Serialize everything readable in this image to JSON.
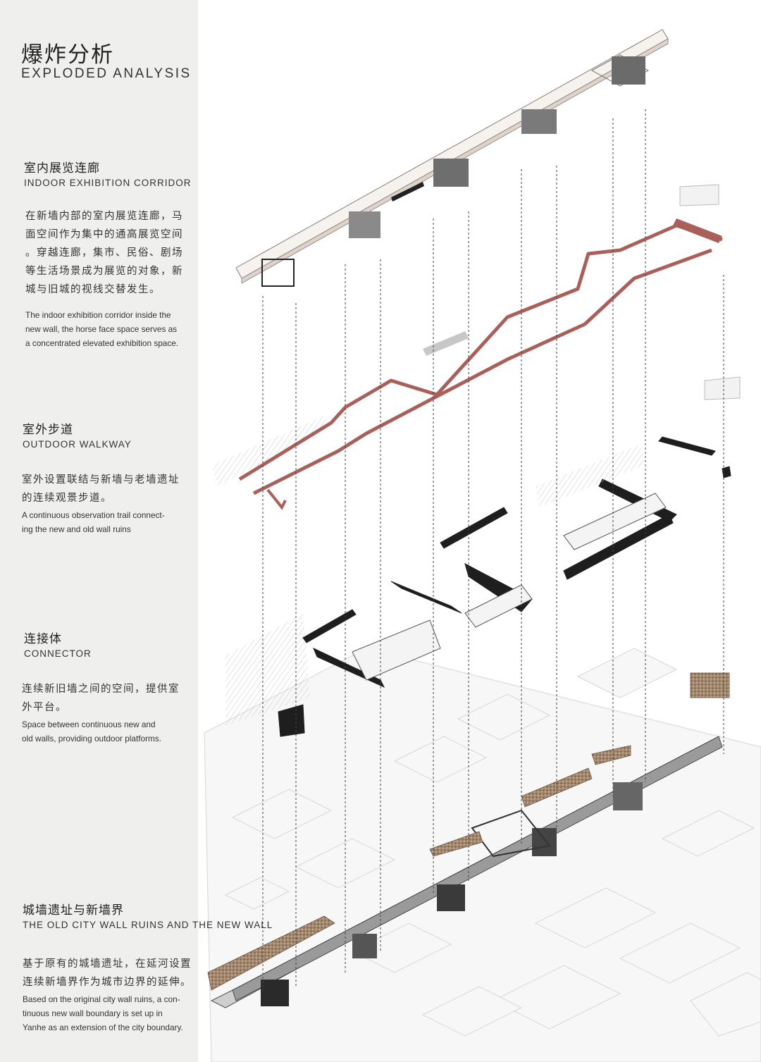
{
  "title": {
    "zh": "爆炸分析",
    "en": "EXPLODED  ANALYSIS"
  },
  "sections": [
    {
      "zh_title": "室内展览连廊",
      "en_title": "INDOOR EXHIBITION CORRIDOR",
      "zh_body": "在新墙内部的室内展览连廊，马\n面空间作为集中的通高展览空间\n。穿越连廊，集市、民俗、剧场\n等生活场景成为展览的对象，新\n城与旧城的视线交替发生。",
      "en_body": "The indoor exhibition corridor inside the\nnew wall, the horse face space serves as\na concentrated elevated exhibition space."
    },
    {
      "zh_title": "室外步道",
      "en_title": "OUTDOOR WALKWAY",
      "zh_body": "室外设置联结与新墙与老墙遗址\n的连续观景步道。",
      "en_body": "A continuous observation trail connect-\ning the new and old wall ruins"
    },
    {
      "zh_title": "连接体",
      "en_title": "CONNECTOR",
      "zh_body": "连续新旧墙之间的空间，提供室\n外平台。",
      "en_body": "Space between continuous new and\nold walls, providing outdoor platforms."
    },
    {
      "zh_title": "城墙遗址与新墙界",
      "en_title": "THE OLD CITY WALL RUINS AND THE NEW WALL",
      "zh_body": "基于原有的城墙遗址，在延河设置\n连续新墙界作为城市边界的延伸。",
      "en_body": "Based on the original city wall ruins, a con-\ntinuous new wall boundary is set up in\nYanhe as an extension of the city boundary."
    }
  ],
  "colors": {
    "sidebar_bg": "#efefed",
    "walkway_red": "#a9605a",
    "wall_dark": "#1e1e1e",
    "ruin_brown": "#8b6e55"
  }
}
